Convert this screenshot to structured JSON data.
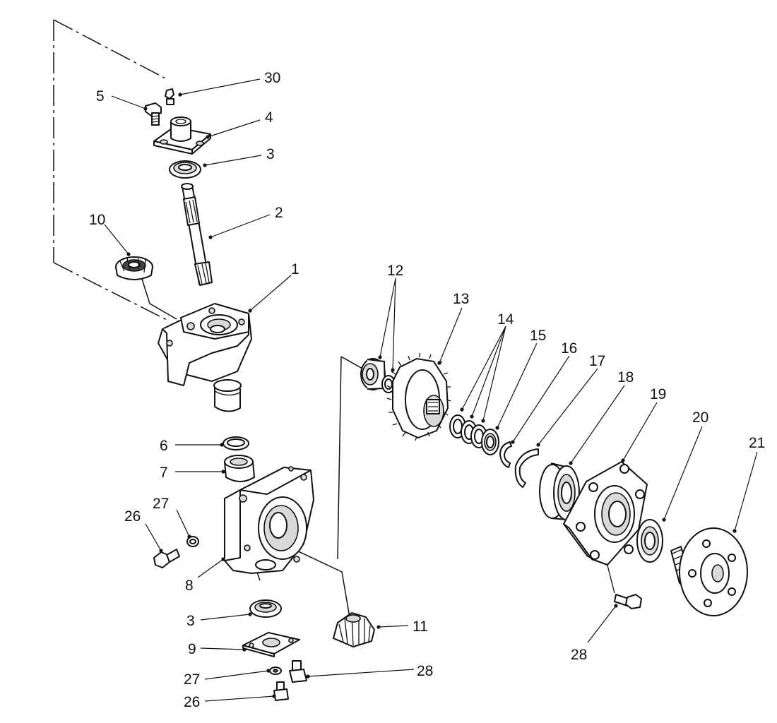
{
  "diagram": {
    "callouts": [
      {
        "id": "c1",
        "text": "1"
      },
      {
        "id": "c2",
        "text": "2"
      },
      {
        "id": "c3a",
        "text": "3"
      },
      {
        "id": "c3b",
        "text": "3"
      },
      {
        "id": "c4",
        "text": "4"
      },
      {
        "id": "c5",
        "text": "5"
      },
      {
        "id": "c6",
        "text": "6"
      },
      {
        "id": "c7",
        "text": "7"
      },
      {
        "id": "c8",
        "text": "8"
      },
      {
        "id": "c9",
        "text": "9"
      },
      {
        "id": "c10",
        "text": "10"
      },
      {
        "id": "c11",
        "text": "11"
      },
      {
        "id": "c12",
        "text": "12"
      },
      {
        "id": "c13",
        "text": "13"
      },
      {
        "id": "c14",
        "text": "14"
      },
      {
        "id": "c15",
        "text": "15"
      },
      {
        "id": "c16",
        "text": "16"
      },
      {
        "id": "c17",
        "text": "17"
      },
      {
        "id": "c18",
        "text": "18"
      },
      {
        "id": "c19",
        "text": "19"
      },
      {
        "id": "c20",
        "text": "20"
      },
      {
        "id": "c21",
        "text": "21"
      },
      {
        "id": "c26a",
        "text": "26"
      },
      {
        "id": "c26b",
        "text": "26"
      },
      {
        "id": "c27a",
        "text": "27"
      },
      {
        "id": "c27b",
        "text": "27"
      },
      {
        "id": "c28a",
        "text": "28"
      },
      {
        "id": "c28b",
        "text": "28"
      },
      {
        "id": "c30",
        "text": "30"
      }
    ]
  }
}
